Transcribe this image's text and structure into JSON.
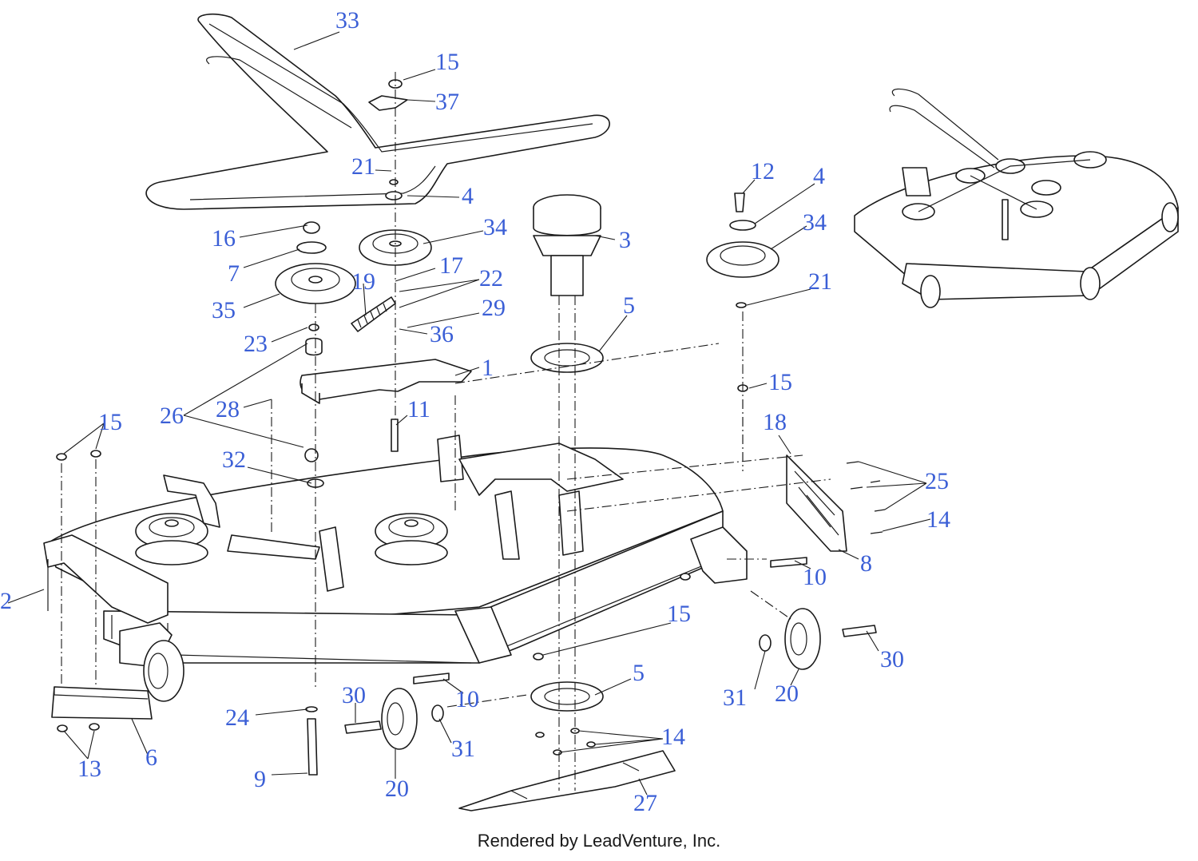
{
  "diagram": {
    "callouts": [
      "33",
      "15",
      "37",
      "21",
      "4",
      "16",
      "7",
      "34",
      "3",
      "12",
      "4",
      "34",
      "17",
      "22",
      "19",
      "35",
      "29",
      "36",
      "23",
      "5",
      "21",
      "1",
      "26",
      "28",
      "11",
      "15",
      "15",
      "32",
      "18",
      "25",
      "14",
      "2",
      "10",
      "8",
      "15",
      "30",
      "31",
      "20",
      "5",
      "10",
      "30",
      "24",
      "31",
      "14",
      "13",
      "6",
      "20",
      "27",
      "9"
    ]
  },
  "credit": "Rendered by LeadVenture, Inc."
}
